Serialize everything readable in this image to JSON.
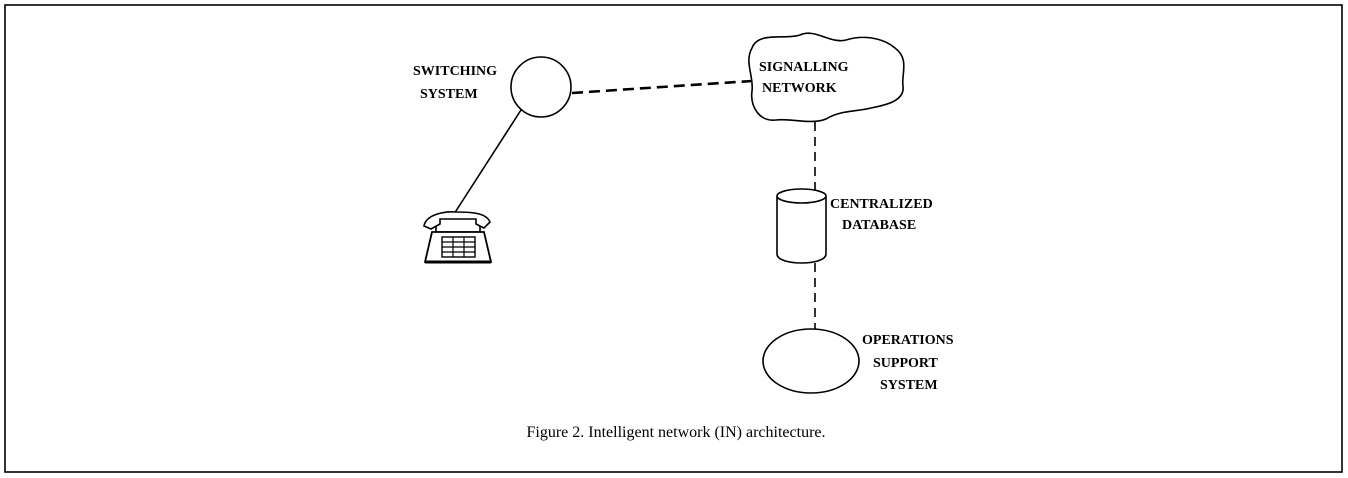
{
  "labels": {
    "switching_system": [
      "SWITCHING",
      "SYSTEM"
    ],
    "signalling_network": [
      "SIGNALLING",
      "NETWORK"
    ],
    "centralized_database": [
      "CENTRALIZED",
      "DATABASE"
    ],
    "operations_support_system": [
      "OPERATIONS",
      "SUPPORT",
      "SYSTEM"
    ]
  },
  "caption": "Figure 2. Intelligent network (IN) architecture.",
  "icons": {
    "terminal": "telephone-icon"
  },
  "colors": {
    "stroke": "#000000",
    "background": "#ffffff"
  }
}
